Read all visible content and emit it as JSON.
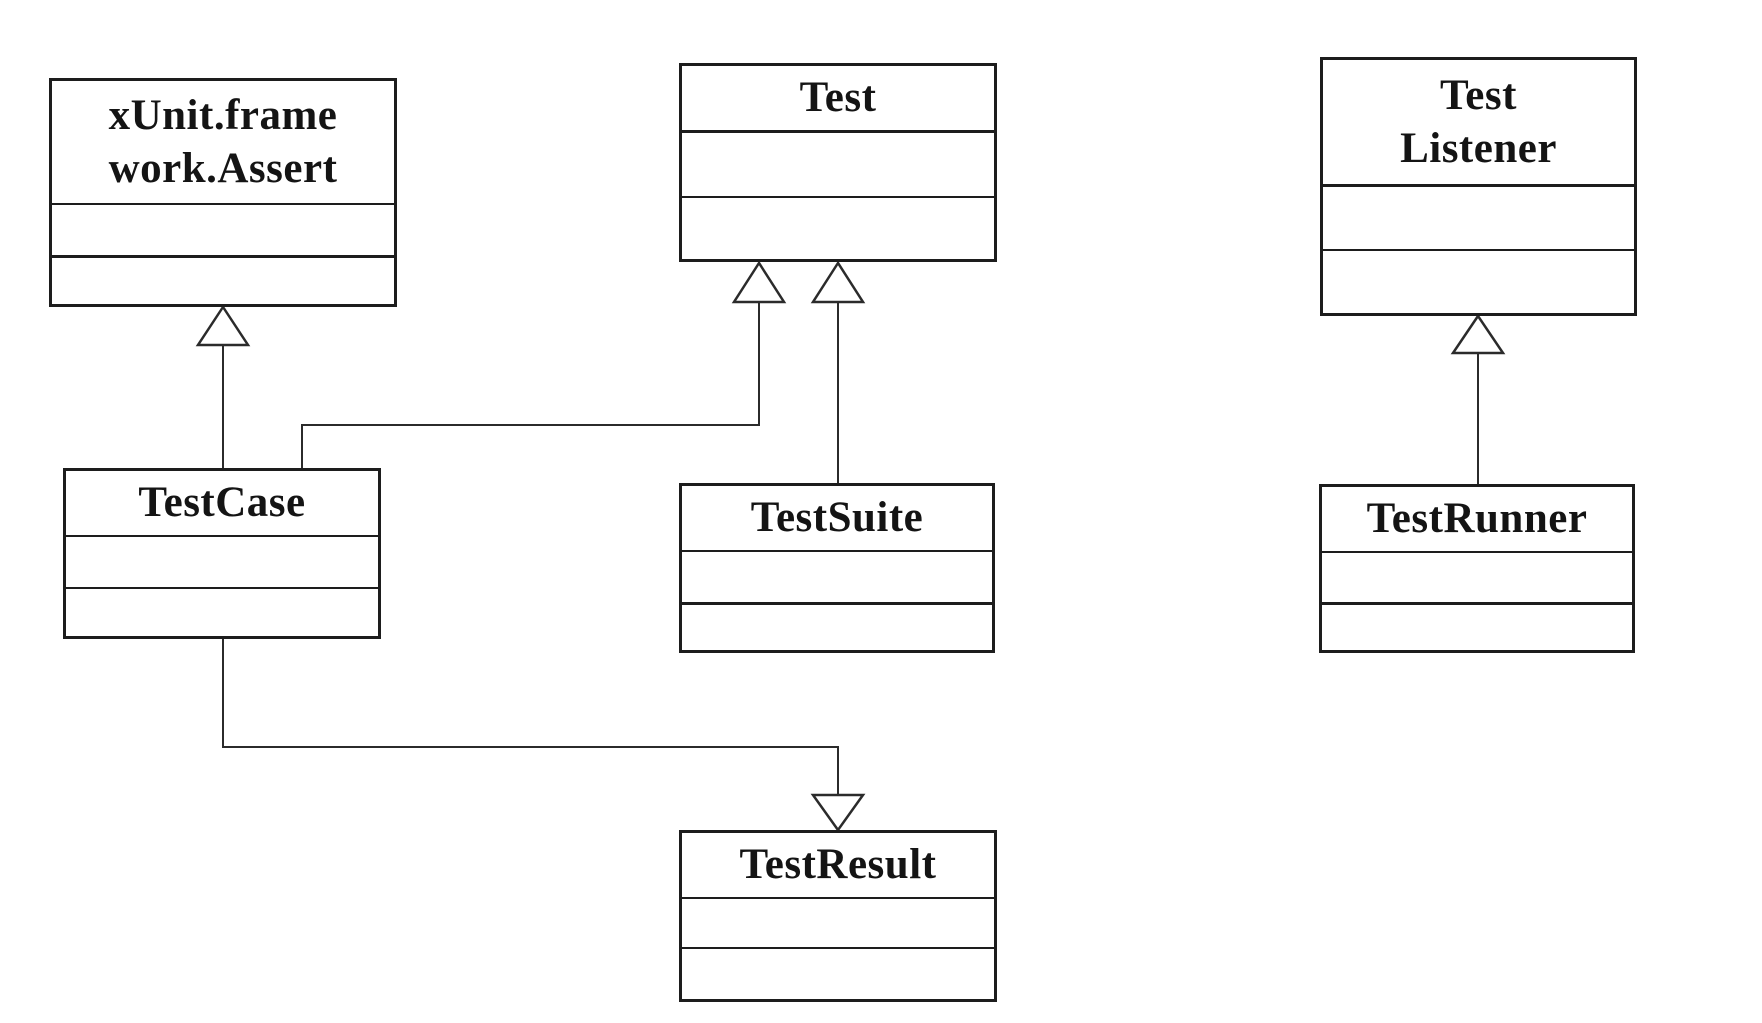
{
  "diagram": {
    "kind": "uml-class-diagram",
    "background_color": "#ffffff",
    "line_color": "#2b2b2b",
    "text_color": "#141414",
    "classes": [
      {
        "id": "assert",
        "name": "xUnit.frame\nwork.Assert"
      },
      {
        "id": "test",
        "name": "Test"
      },
      {
        "id": "listener",
        "name": "Test\nListener"
      },
      {
        "id": "testcase",
        "name": "TestCase"
      },
      {
        "id": "testsuite",
        "name": "TestSuite"
      },
      {
        "id": "testrunner",
        "name": "TestRunner"
      },
      {
        "id": "testresult",
        "name": "TestResult"
      }
    ],
    "relationships": [
      {
        "from": "TestCase",
        "to": "xUnit.framework.Assert",
        "type": "generalization"
      },
      {
        "from": "TestCase",
        "to": "Test",
        "type": "generalization"
      },
      {
        "from": "TestSuite",
        "to": "Test",
        "type": "generalization"
      },
      {
        "from": "TestRunner",
        "to": "TestListener",
        "type": "generalization"
      },
      {
        "from": "TestCase",
        "to": "TestResult",
        "type": "generalization"
      }
    ]
  }
}
